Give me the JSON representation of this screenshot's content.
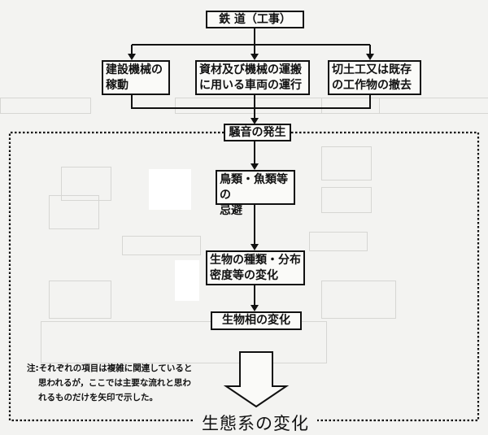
{
  "title": "鉄 道（工事）",
  "causes": [
    "建設機械の稼動",
    "資材及び機械の運搬に用いる車両の運行",
    "切土工又は既存の工作物の撤去"
  ],
  "cause_lines": [
    [
      "建設機械の",
      "稼動"
    ],
    [
      "資材及び機械の運搬",
      "に用いる車両の運行"
    ],
    [
      "切土工又は既存",
      "の工作物の撤去"
    ]
  ],
  "impact": "騒音の発生",
  "chain": [
    [
      "鳥類・魚類等の",
      "忌避"
    ],
    [
      "生物の種類・分布",
      "密度等の変化"
    ],
    [
      "生物相の変化"
    ]
  ],
  "note": [
    "注:それぞれの項目は複雑に関連していると",
    "思われるが，ここでは主要な流れと思わ",
    "れるものだけを矢印で示した。"
  ],
  "result": "生態系の変化"
}
